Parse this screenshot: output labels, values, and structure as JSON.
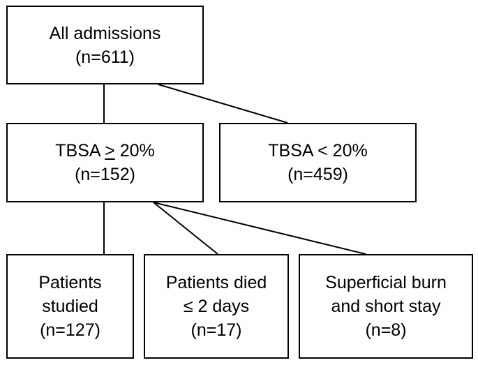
{
  "nodes": {
    "all_admissions": {
      "label": "All admissions",
      "count": "(n=611)"
    },
    "tbsa_high": {
      "label_prefix": "TBSA ",
      "label_symbol": ">",
      "label_suffix": " 20%",
      "count": "(n=152)"
    },
    "tbsa_low": {
      "label": "TBSA < 20%",
      "count": "(n=459)"
    },
    "studied": {
      "line1": "Patients",
      "line2": "studied",
      "count": "(n=127)"
    },
    "died": {
      "line1": "Patients died",
      "line2": "≤ 2 days",
      "count": "(n=17)"
    },
    "superficial": {
      "line1": "Superficial burn",
      "line2": "and short stay",
      "count": "(n=8)"
    }
  }
}
